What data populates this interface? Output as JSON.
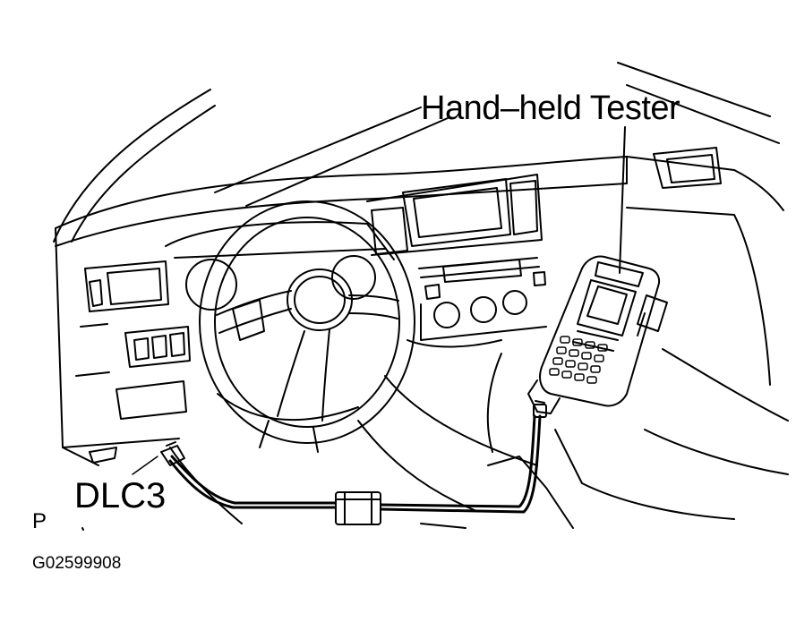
{
  "labels": {
    "tester": "Hand–held Tester",
    "dlc3": "DLC3",
    "p": "P",
    "figure_code": "G02599908"
  },
  "colors": {
    "ink": "#000000",
    "background": "#ffffff"
  }
}
